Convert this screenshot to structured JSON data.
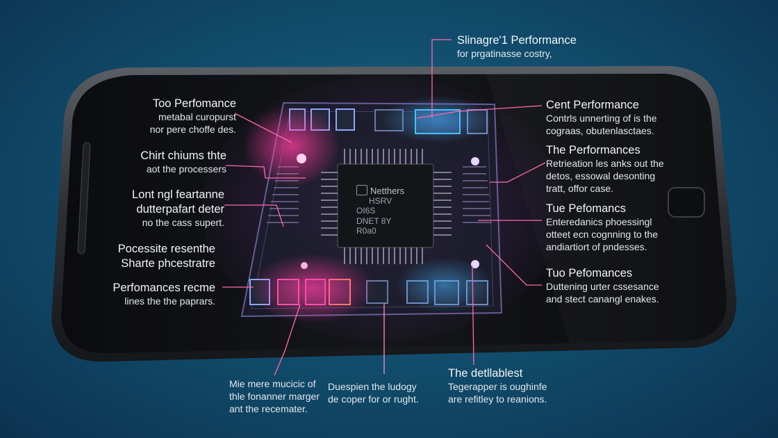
{
  "labels": {
    "top": {
      "heading": "Slinagre'1 Performance",
      "line1": "for prgatinasse costry,"
    },
    "left_1": {
      "heading": "Too Perfomance",
      "line1": "metabal curopurst",
      "line2": "nor pere choffe des."
    },
    "left_2": {
      "heading": "Chirt chiums thte",
      "line1": "aot the processers"
    },
    "left_3": {
      "heading": "Lont ngl feartanne",
      "line1": "dutterpafart deter",
      "line2": "no the cass supert."
    },
    "left_4": {
      "heading": "Pocessite resenthe",
      "line1": "Sharte phcestratre"
    },
    "left_5": {
      "heading": "Perfomances recme",
      "line1": "lines the the paprars."
    },
    "right_1": {
      "heading": "Cent Performance",
      "line1": "Contrls unnerting of is the",
      "line2": "cograas, obutenlasctaes."
    },
    "right_2": {
      "heading": "The Performances",
      "line1": "Retrieation les anks out the",
      "line2": "detos, essowal desonting",
      "line3": "tratt, offor case."
    },
    "right_3": {
      "heading": "Tue Pefomancs",
      "line1": "Enteredanics phoessingl",
      "line2": "otteet ecn cognning to the",
      "line3": "andiartiort of pndesses."
    },
    "right_4": {
      "heading": "Tuo Pefomances",
      "line1": "Duttening urter cssesance",
      "line2": "and stect canangl enakes."
    },
    "bottom_1": {
      "line1": "Mie mere mucicic of",
      "line2": "thle fonanner marger",
      "line3": "ant the recemater."
    },
    "bottom_2": {
      "line1": "Duespien the ludogy",
      "line2": "de coper for or rught."
    },
    "bottom_3": {
      "heading": "The detllablest",
      "line1": "Tegerapper is oughinfe",
      "line2": "are refitley to reanions."
    }
  },
  "chip": {
    "brand": "Netthers",
    "line1": "HSRV",
    "line2": "OI6S",
    "line3": "DNET 8Y",
    "line4": "R0a0"
  },
  "colors": {
    "background": "#124e6e",
    "glow_pink": "#ff3d9a",
    "glow_blue": "#3fb4ff",
    "phone_body": "#0c0d10"
  }
}
